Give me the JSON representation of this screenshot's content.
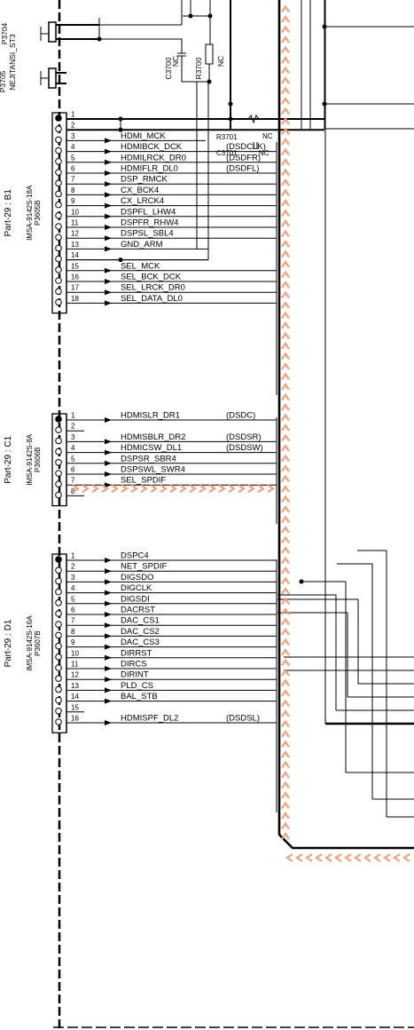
{
  "connectors": {
    "top_left_labels": [
      "P3705",
      "NEJITANSI_ST3",
      "P3704"
    ],
    "c3700": {
      "ref": "C3700",
      "value": "NC"
    },
    "r3700": {
      "ref": "R3700",
      "value": "NC"
    },
    "r3701": {
      "ref": "R3701",
      "value": "NC"
    },
    "c3701": {
      "ref": "C3701",
      "value": "NC"
    },
    "p3605b": {
      "part": "IMSA-9142S-18A",
      "ref": "P3605B",
      "side": "Part-29 : B1",
      "pins": [
        {
          "n": "1",
          "net": ""
        },
        {
          "n": "2",
          "net": ""
        },
        {
          "n": "3",
          "net": "HDMI_MCK"
        },
        {
          "n": "4",
          "net": "HDMIBCK_DCK"
        },
        {
          "n": "5",
          "net": "HDMILRCK_DR0"
        },
        {
          "n": "6",
          "net": "HDMIFLR_DL0"
        },
        {
          "n": "7",
          "net": "DSP_RMCK"
        },
        {
          "n": "8",
          "net": "CX_BCK4"
        },
        {
          "n": "9",
          "net": "CX_LRCK4"
        },
        {
          "n": "10",
          "net": "DSPFL_LHW4"
        },
        {
          "n": "11",
          "net": "DSPFR_RHW4"
        },
        {
          "n": "12",
          "net": "DSPSL_SBL4"
        },
        {
          "n": "13",
          "net": "GND_ARM"
        },
        {
          "n": "14",
          "net": ""
        },
        {
          "n": "15",
          "net": "SEL_MCK"
        },
        {
          "n": "16",
          "net": "SEL_BCK_DCK"
        },
        {
          "n": "17",
          "net": "SEL_LRCK_DR0"
        },
        {
          "n": "18",
          "net": "SEL_DATA_DL0"
        }
      ],
      "aliases": [
        {
          "pin": "4",
          "text": "(DSDCLK)"
        },
        {
          "pin": "5",
          "text": "(DSDFR)"
        },
        {
          "pin": "6",
          "text": "(DSDFL)"
        }
      ]
    },
    "p3606b": {
      "part": "IMSA-9142S-8A",
      "ref": "P3606B",
      "side": "Part-29 : C1",
      "pins": [
        {
          "n": "1",
          "net": "HDMISLR_DR1"
        },
        {
          "n": "2",
          "net": ""
        },
        {
          "n": "3",
          "net": "HDMISBLR_DR2"
        },
        {
          "n": "4",
          "net": "HDMICSW_DL1"
        },
        {
          "n": "5",
          "net": "DSPSR_SBR4"
        },
        {
          "n": "6",
          "net": "DSPSWL_SWR4"
        },
        {
          "n": "7",
          "net": "SEL_SPDIF"
        },
        {
          "n": "8",
          "net": ""
        }
      ],
      "aliases": [
        {
          "pin": "1",
          "text": "(DSDC)"
        },
        {
          "pin": "3",
          "text": "(DSDSR)"
        },
        {
          "pin": "4",
          "text": "(DSDSW)"
        }
      ]
    },
    "p3607b": {
      "part": "IMSA-9142S-16A",
      "ref": "P3607B",
      "side": "Part-29 : D1",
      "pins": [
        {
          "n": "1",
          "net": "DSPC4"
        },
        {
          "n": "2",
          "net": "NET_SPDIF"
        },
        {
          "n": "3",
          "net": "DIGSDO"
        },
        {
          "n": "4",
          "net": "DIGCLK"
        },
        {
          "n": "5",
          "net": "DIGSDI"
        },
        {
          "n": "6",
          "net": "DACRST"
        },
        {
          "n": "7",
          "net": "DAC_CS1"
        },
        {
          "n": "8",
          "net": "DAC_CS2"
        },
        {
          "n": "9",
          "net": "DAC_CS3"
        },
        {
          "n": "10",
          "net": "DIRRST"
        },
        {
          "n": "11",
          "net": "DIRCS"
        },
        {
          "n": "12",
          "net": "DIRINT"
        },
        {
          "n": "13",
          "net": "PLD_CS"
        },
        {
          "n": "14",
          "net": "BAL_STB"
        },
        {
          "n": "15",
          "net": ""
        },
        {
          "n": "16",
          "net": "HDMISPF_DL2"
        }
      ],
      "aliases": [
        {
          "pin": "16",
          "text": "(DSDSL)"
        }
      ]
    }
  },
  "style": {
    "signal_path_color": "#f0a07a",
    "wire_color": "#000000"
  }
}
